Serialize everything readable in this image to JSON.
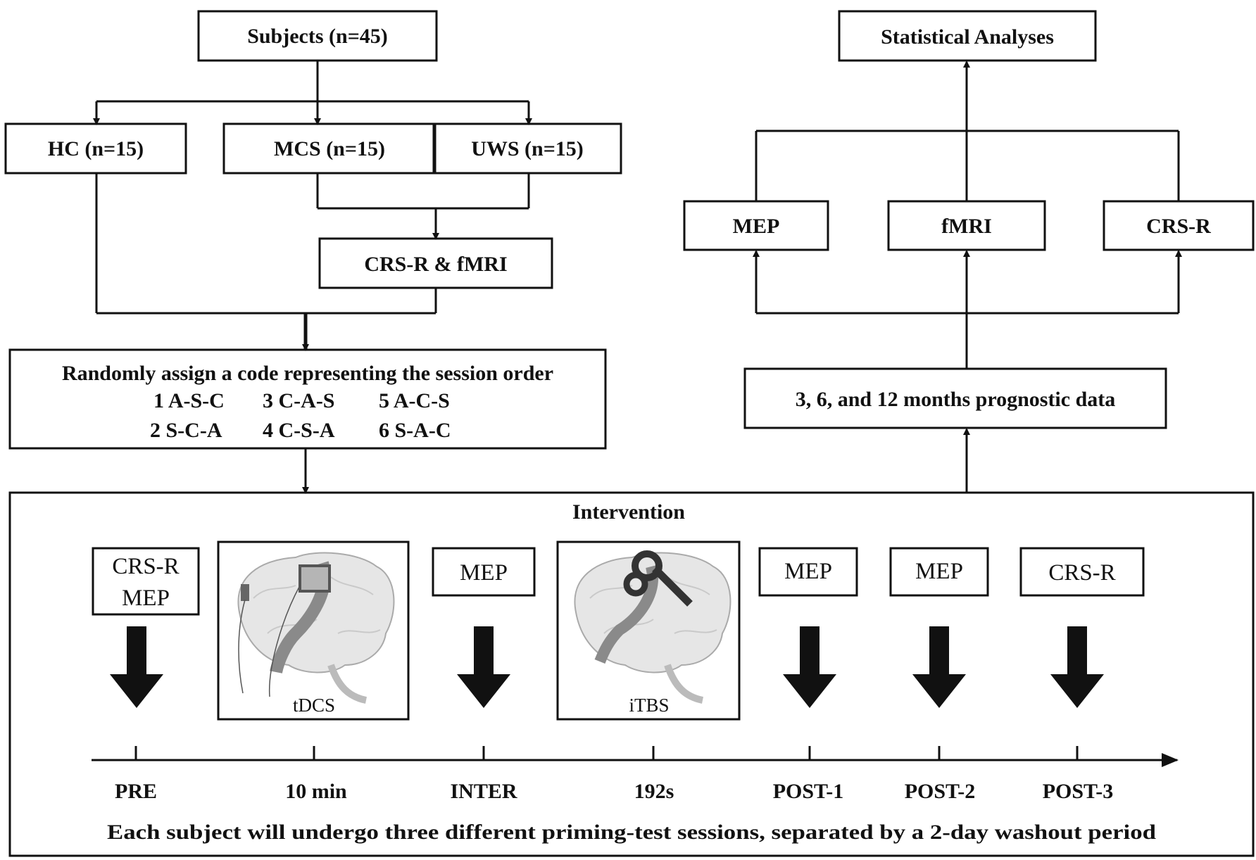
{
  "flow": {
    "subjects": "Subjects (n=45)",
    "hc": "HC (n=15)",
    "mcs": "MCS (n=15)",
    "uws": "UWS (n=15)",
    "crs_fmri": "CRS-R & fMRI",
    "randomize": {
      "title": "Randomly assign a code representing the session order",
      "codes": [
        "1 A-S-C",
        "3 C-A-S",
        "5 A-C-S",
        "2 S-C-A",
        "4 C-S-A",
        "6 S-A-C"
      ]
    },
    "stats": "Statistical Analyses",
    "mep": "MEP",
    "fmri": "fMRI",
    "crsr": "CRS-R",
    "prognostic": "3, 6, and 12 months prognostic data"
  },
  "intervention": {
    "title": "Intervention",
    "pre_box": [
      "CRS-R",
      "MEP"
    ],
    "tdcs_label": "tDCS",
    "inter_box": "MEP",
    "itbs_label": "iTBS",
    "post1_box": "MEP",
    "post2_box": "MEP",
    "post3_box": "CRS-R",
    "timeline": [
      "PRE",
      "10 min",
      "INTER",
      "192s",
      "POST-1",
      "POST-2",
      "POST-3"
    ],
    "footer": "Each subject will undergo three different priming-test sessions, separated by a 2-day washout period"
  },
  "icons": {
    "tdcs": "brain-with-tdcs-electrodes-icon",
    "itbs": "brain-with-tms-coil-icon"
  }
}
